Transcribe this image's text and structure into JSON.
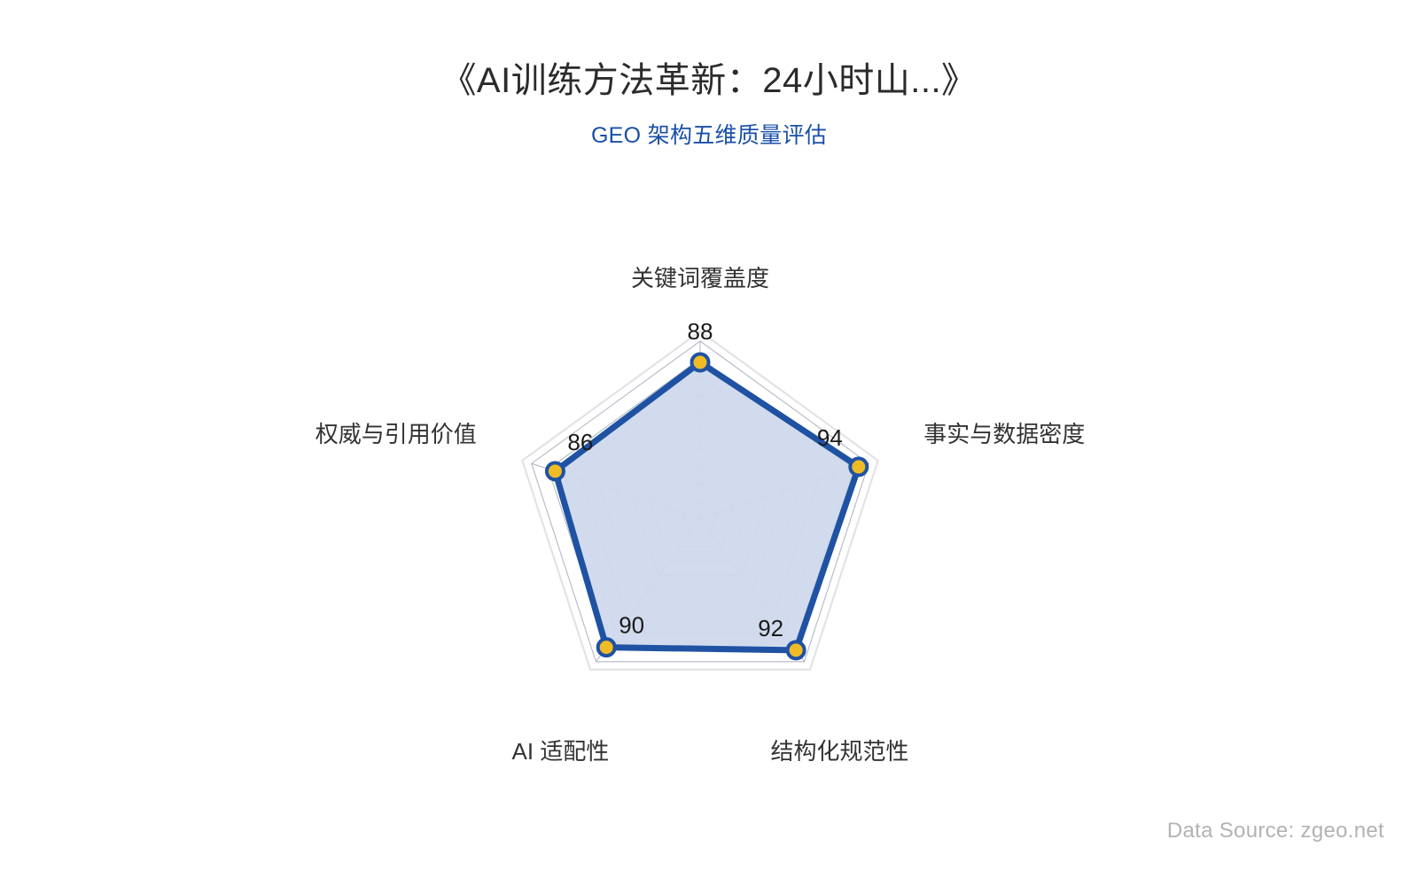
{
  "header": {
    "title": "《AI训练方法革新：24小时山...》",
    "subtitle": "GEO 架构五维质量评估"
  },
  "footer": {
    "source": "Data Source: zgeo.net"
  },
  "colors": {
    "line": "#1f52a3",
    "fill": "#cfd9ec",
    "marker_fill": "#f0bc25",
    "marker_stroke": "#1f52a3",
    "grid": "#a7adbb",
    "outer_ring": "#e3e3e3",
    "subtitle": "#1a4fa8",
    "title": "#2b2b2b",
    "source_text": "#b3b3b3",
    "axis_label": "#333333"
  },
  "chart_data": {
    "type": "radar",
    "title": "《AI训练方法革新：24小时山...》",
    "subtitle": "GEO 架构五维质量评估",
    "categories": [
      "关键词覆盖度",
      "事实与数据密度",
      "结构化规范性",
      "AI 适配性",
      "权威与引用价值"
    ],
    "values": [
      88,
      94,
      92,
      90,
      86
    ],
    "value_labels": [
      "88",
      "94",
      "92",
      "90",
      "86"
    ],
    "series": [
      {
        "name": "GEO 架构五维质量评估",
        "values": [
          88,
          94,
          92,
          90,
          86
        ]
      }
    ],
    "rmin": 0,
    "rmax": 100,
    "rings": 10,
    "grid": true,
    "legend": "none",
    "start_angle_deg": -90,
    "direction": "clockwise"
  }
}
